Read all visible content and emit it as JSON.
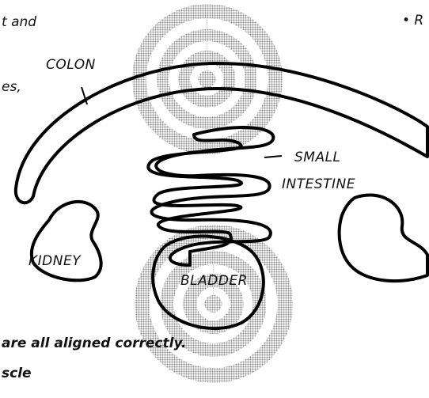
{
  "text": {
    "top_left_fragment": "t and",
    "middle_left_fragment": "es,",
    "top_right_fragment": "• R",
    "bottom_bold_fragment": "are all aligned correctly.",
    "bottom_partial_fragment": "scle"
  },
  "labels": {
    "colon": "COLON",
    "small_line1": "SMALL",
    "small_line2": "INTESTINE",
    "kidney": "KIDNEY",
    "bladder": "BLADDER"
  },
  "colors": {
    "spiral": "#9a9a9a",
    "outline": "#000000",
    "background": "#ffffff"
  }
}
